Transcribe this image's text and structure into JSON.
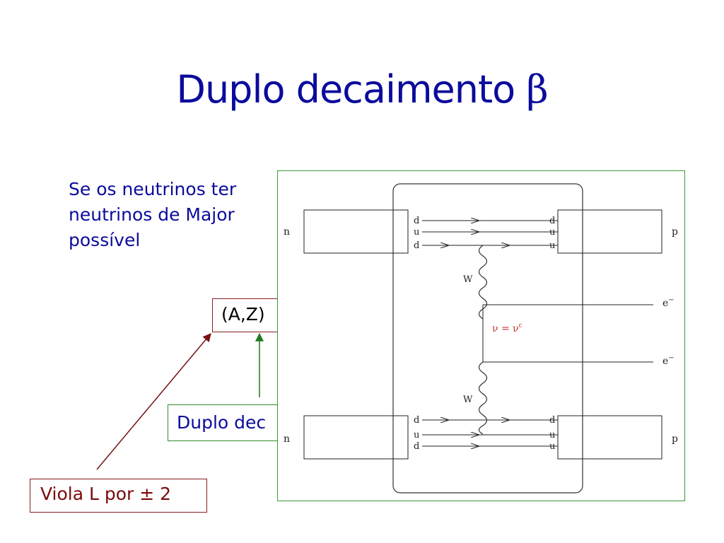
{
  "slide": {
    "title": "Duplo decaimento",
    "title_symbol": "β",
    "paragraph": [
      "Se os neutrinos ter",
      "neutrinos de Major",
      "possível"
    ]
  },
  "boxes": {
    "az": "(A,Z)",
    "duplo": "Duplo dec",
    "viola": "Viola L por ± 2"
  },
  "diagram": {
    "nucleon_in": "n",
    "nucleon_out": "p",
    "quarks_in_top": [
      "d",
      "u",
      "d"
    ],
    "quarks_out_top": [
      "d",
      "u",
      "u"
    ],
    "quarks_in_bottom": [
      "d",
      "u",
      "d"
    ],
    "quarks_out_bottom": [
      "d",
      "u",
      "u"
    ],
    "boson": "W",
    "neutrino_label": "ν = ν",
    "neutrino_sup": "c",
    "lepton": "e",
    "lepton_sup": "−"
  },
  "colors": {
    "title": "#0b0b9c",
    "arrow_red": "#7a1010",
    "arrow_green": "#1e7a1e",
    "neutrino": "#c0392b"
  }
}
